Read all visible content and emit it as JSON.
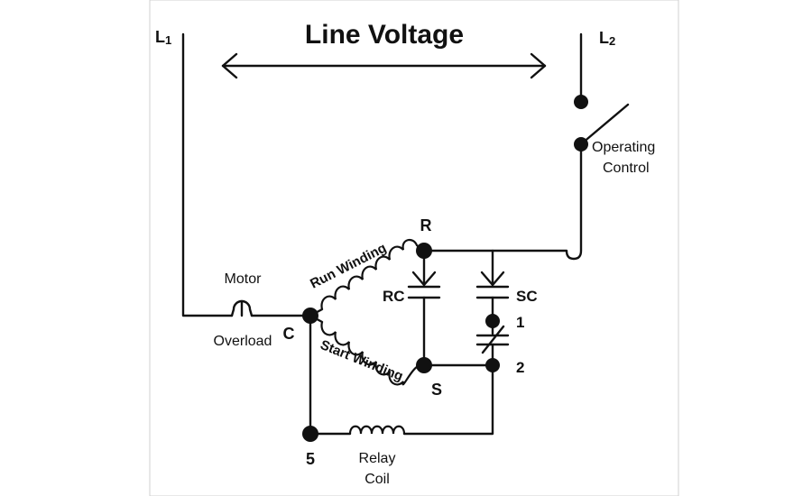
{
  "title": "Line Voltage",
  "terminals": {
    "l1_main": "L",
    "l1_sub": "1",
    "l2_main": "L",
    "l2_sub": "2"
  },
  "operating_control": {
    "line1": "Operating",
    "line2": "Control"
  },
  "motor_overload": {
    "line1": "Motor",
    "line2": "Overload"
  },
  "nodes": {
    "c": "C",
    "r": "R",
    "s": "S",
    "five": "5",
    "one": "1",
    "two": "2"
  },
  "windings": {
    "run": "Run Winding",
    "start": "Start Winding"
  },
  "capacitors": {
    "rc": "RC",
    "sc": "SC"
  },
  "relay_coil": {
    "line1": "Relay",
    "line2": "Coil"
  },
  "colors": {
    "ink": "#111111",
    "background": "#ffffff",
    "frame": "#d0d0d0"
  }
}
